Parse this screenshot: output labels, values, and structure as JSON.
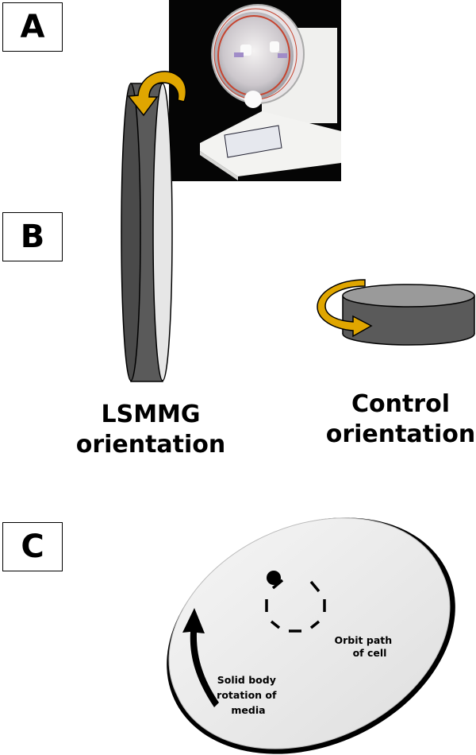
{
  "panels": {
    "a": {
      "label": "A"
    },
    "b": {
      "label": "B",
      "left_caption": [
        "LSMMG",
        "orientation"
      ],
      "right_caption": [
        "Control",
        "orientation"
      ]
    },
    "c": {
      "label": "C",
      "orbit_label": [
        "Orbit path",
        "of cell"
      ],
      "rotation_label": [
        "Solid body",
        "rotation of",
        "media"
      ]
    }
  },
  "colors": {
    "cylinder": "#555555",
    "arrow": "#d9a300",
    "disc": "#ececec"
  }
}
